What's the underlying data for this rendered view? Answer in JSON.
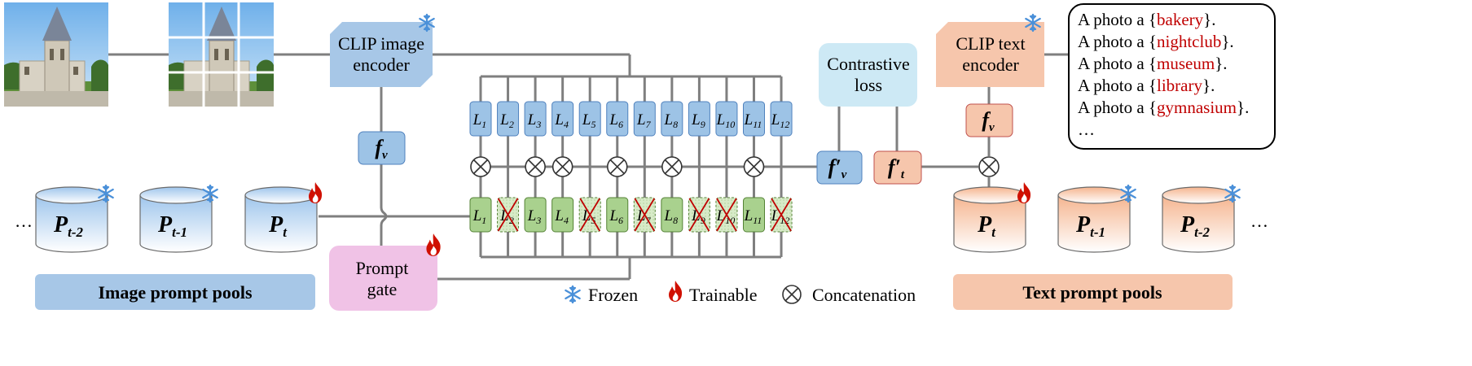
{
  "image_encoder": {
    "label_line1": "CLIP image",
    "label_line2": "encoder"
  },
  "text_encoder": {
    "label_line1": "CLIP text",
    "label_line2": "encoder"
  },
  "contrastive_loss": {
    "label_line1": "Contrastive",
    "label_line2": "loss"
  },
  "prompt_gate": {
    "label_line1": "Prompt",
    "label_line2": "gate"
  },
  "projections": {
    "fv_image": {
      "sym": "f",
      "sub": "v"
    },
    "fv_text": {
      "sym": "f",
      "sub": "v"
    },
    "fv_prime": {
      "sym": "f′",
      "sub": "v"
    },
    "ft_prime": {
      "sym": "f′",
      "sub": "t"
    }
  },
  "top_layers": [
    "1",
    "2",
    "3",
    "4",
    "5",
    "6",
    "7",
    "8",
    "9",
    "10",
    "11",
    "12"
  ],
  "bottom_layers": [
    {
      "n": "1",
      "active": true
    },
    {
      "n": "2",
      "active": false
    },
    {
      "n": "3",
      "active": true
    },
    {
      "n": "4",
      "active": true
    },
    {
      "n": "5",
      "active": false
    },
    {
      "n": "6",
      "active": true
    },
    {
      "n": "7",
      "active": false
    },
    {
      "n": "8",
      "active": true
    },
    {
      "n": "9",
      "active": false
    },
    {
      "n": "10",
      "active": false
    },
    {
      "n": "11",
      "active": true
    },
    {
      "n": "12",
      "active": false
    }
  ],
  "image_pools": {
    "ellipsis": "…",
    "items": [
      {
        "sub": "t-2",
        "state": "frozen"
      },
      {
        "sub": "t-1",
        "state": "frozen"
      },
      {
        "sub": "t",
        "state": "trainable"
      }
    ],
    "label": "Image prompt pools"
  },
  "text_pools": {
    "ellipsis": "…",
    "items": [
      {
        "sub": "t",
        "state": "trainable"
      },
      {
        "sub": "t-1",
        "state": "frozen"
      },
      {
        "sub": "t-2",
        "state": "frozen"
      }
    ],
    "label": "Text prompt pools"
  },
  "pool_symbol": "P",
  "layer_symbol": "L",
  "prompts": {
    "prefix": "A photo a",
    "classes": [
      "bakery",
      "nightclub",
      "museum",
      "library",
      "gymnasium"
    ],
    "ellipsis": "…"
  },
  "legend": {
    "frozen": "Frozen",
    "trainable": "Trainable",
    "concat": "Concatenation"
  },
  "colors": {
    "image_blue": "#a7c7e7",
    "text_orange": "#f6c6ac",
    "layer_blue": "#9dc3e6",
    "layer_green": "#a9d18e",
    "gate_pink": "#f0c2e6",
    "loss_cyan": "#cde9f5",
    "class_red": "#c00000",
    "line_gray": "#7f7f7f",
    "frozen_blue": "#4a90d9",
    "fire_red": "#d01000"
  }
}
